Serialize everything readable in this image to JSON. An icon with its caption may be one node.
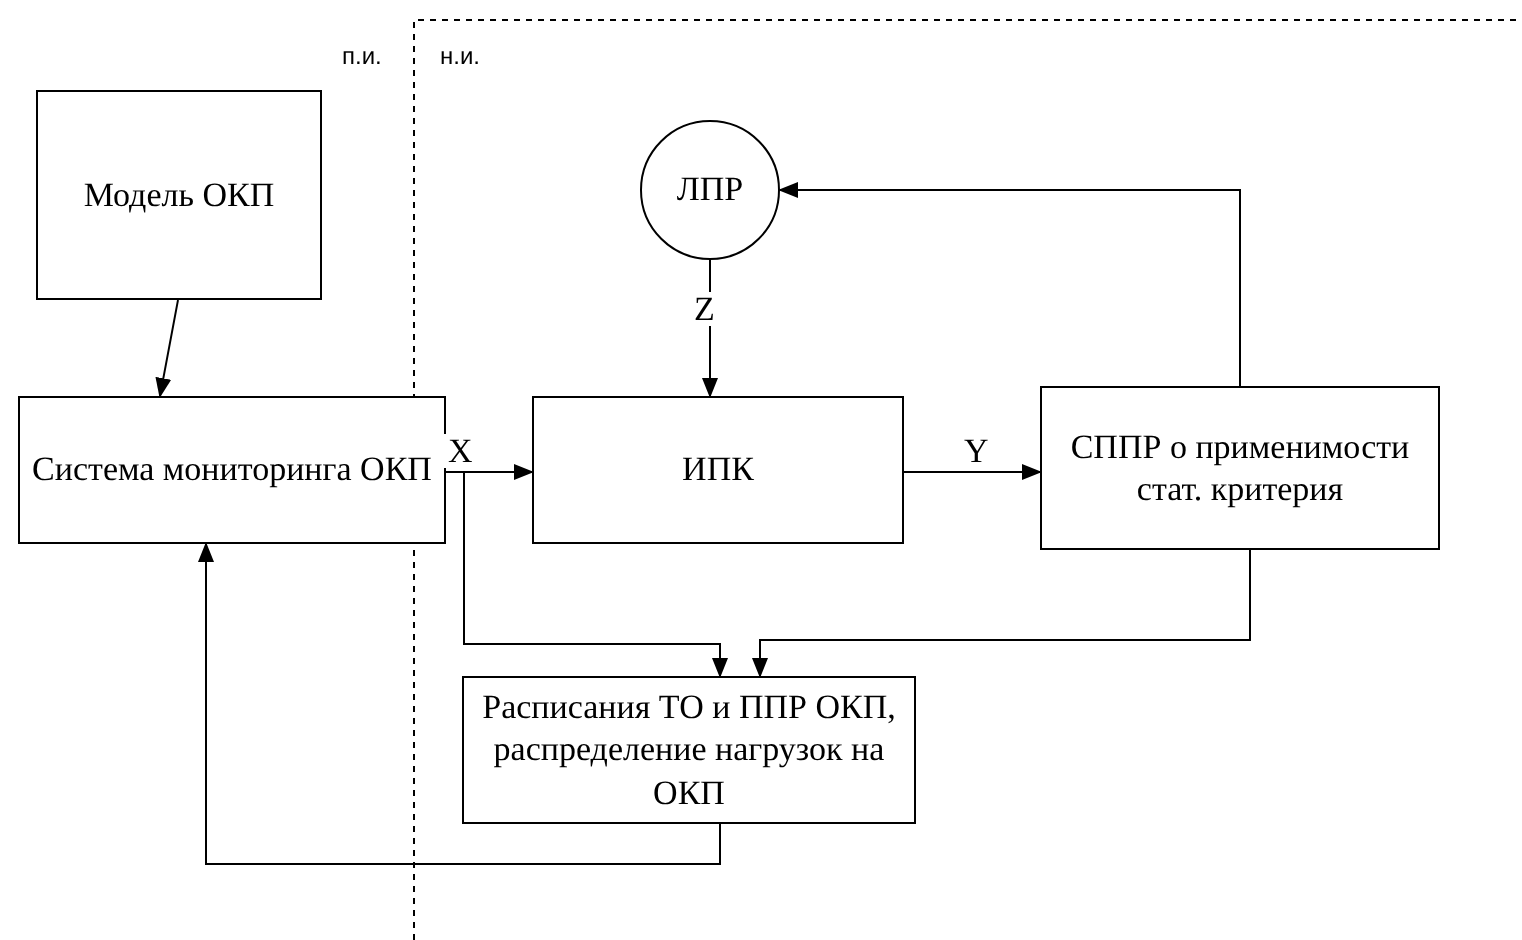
{
  "diagram": {
    "nodes": [
      {
        "text": [
          "Модель ОКП"
        ]
      },
      {
        "text": [
          "Система мониторинга ОКП"
        ]
      },
      {
        "text": [
          "ЛПР"
        ]
      },
      {
        "text": [
          "ИПК"
        ]
      },
      {
        "text": [
          "СППР о применимости стат. критерия"
        ]
      },
      {
        "text": [
          "Расписания ТО и ППР ОКП, распределение нагрузок на ОКП"
        ]
      }
    ],
    "edges": [
      {
        "from": 0,
        "to": 1,
        "arrow": "to"
      },
      {
        "from": 2,
        "to": 3,
        "arrow": "to",
        "label": "Z"
      },
      {
        "from": 1,
        "to": 3,
        "arrow": "to",
        "label": "X"
      },
      {
        "from": 3,
        "to": 4,
        "arrow": "to",
        "label": "Y"
      },
      {
        "from": 4,
        "to": 2,
        "arrow": "to"
      },
      {
        "from": 1,
        "to": 5,
        "arrow": "to"
      },
      {
        "from": 4,
        "to": 5,
        "arrow": "to"
      },
      {
        "from": 5,
        "to": 1,
        "arrow": "to"
      }
    ],
    "labels": [
      "п.и.",
      "н.и."
    ]
  }
}
